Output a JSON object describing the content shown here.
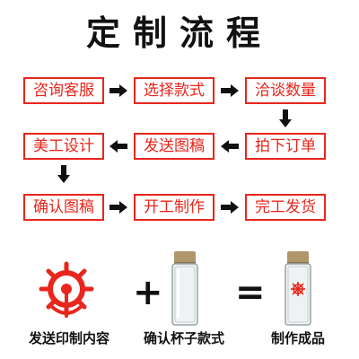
{
  "title": "定制流程",
  "steps": {
    "s1": "咨询客服",
    "s2": "选择款式",
    "s3": "洽谈数量",
    "s4": "拍下订单",
    "s5": "发送图稿",
    "s6": "美工设计",
    "s7": "确认图稿",
    "s8": "开工制作",
    "s9": "完工发货"
  },
  "bottom": {
    "label1": "发送印制内容",
    "plus": "+",
    "label2": "确认杯子款式",
    "equals": "=",
    "label3": "制作成品"
  },
  "colors": {
    "accent": "#e8261c",
    "arrow": "#111111",
    "cap": "#b0966a"
  },
  "icons": {
    "logo": "ship-wheel-anchor-icon",
    "cup": "glass-bottle-icon",
    "product": "glass-bottle-with-logo-icon"
  }
}
